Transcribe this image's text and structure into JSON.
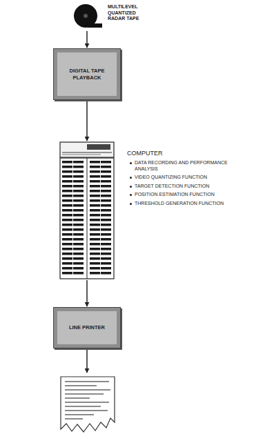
{
  "diagram": {
    "nodes": [
      {
        "text": [
          "MULTILEVEL QUANTIZED RADAR TAPE"
        ]
      },
      {
        "text": [
          "DIGITAL TAPE PLAYBACK"
        ]
      },
      {
        "text": [
          "COMPUTER",
          "DATA RECORDING AND PERFORMANCE ANALYSIS",
          "VIDEO QUANTIZING FUNCTION",
          "TARGET DETECTION FUNCTION",
          "POSITION ESTIMATION FUNCTION",
          "THRESHOLD GENERATION FUNCTION"
        ]
      },
      {
        "text": [
          "LINE PRINTER"
        ]
      }
    ],
    "edges": [
      {
        "from": 0,
        "to": 1,
        "arrow": "to"
      },
      {
        "from": 1,
        "to": 2,
        "arrow": "to"
      },
      {
        "from": 2,
        "to": 3,
        "arrow": "to"
      }
    ]
  }
}
